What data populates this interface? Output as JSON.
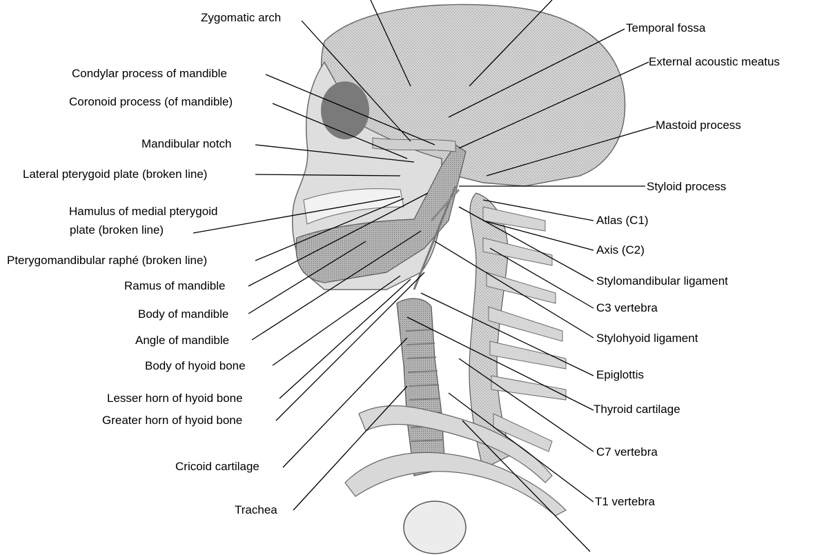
{
  "labels_left": [
    "Zygomatic arch",
    "Condylar process of mandible",
    "Coronoid process (of mandible)",
    "Mandibular notch",
    "Lateral pterygoid plate (broken line)",
    "Hamulus of medial pterygoid",
    "plate (broken line)",
    "Pterygomandibular raphé (broken line)",
    "Ramus of mandible",
    "Body of mandible",
    "Angle of mandible",
    "Body of hyoid bone",
    "Lesser horn of hyoid bone",
    "Greater horn of hyoid bone",
    "Cricoid cartilage",
    "Trachea"
  ],
  "labels_right": [
    "Temporal fossa",
    "External acoustic meatus",
    "Mastoid process",
    "Styloid process",
    "Atlas (C1)",
    "Axis (C2)",
    "Stylomandibular ligament",
    "C3 vertebra",
    "Stylohyoid ligament",
    "Epiglottis",
    "Thyroid cartilage",
    "C7 vertebra",
    "T1 vertebra"
  ],
  "colors": {
    "bone_light": "#e4e4e4",
    "bone_mid": "#bdbdbd",
    "bone_dark": "#8c8c8c",
    "shadow": "#5a5a5a",
    "ink": "#000000"
  }
}
